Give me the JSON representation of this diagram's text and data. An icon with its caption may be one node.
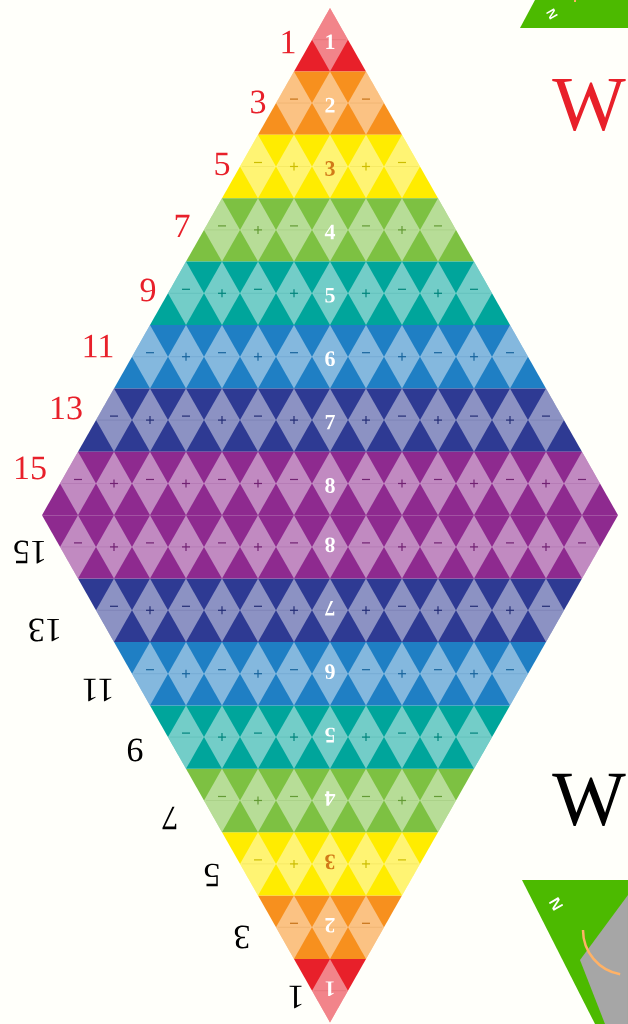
{
  "diagram": {
    "labels": [
      "1",
      "3",
      "5",
      "7",
      "9",
      "11",
      "13",
      "15",
      "1",
      "2",
      "3",
      "4",
      "5",
      "6",
      "7",
      "8",
      "8",
      "7",
      "6",
      "5",
      "4",
      "3",
      "2",
      "1",
      "15",
      "13",
      "11",
      "9",
      "7",
      "5",
      "3",
      "1",
      "W",
      "W",
      "N",
      "N"
    ]
  }
}
